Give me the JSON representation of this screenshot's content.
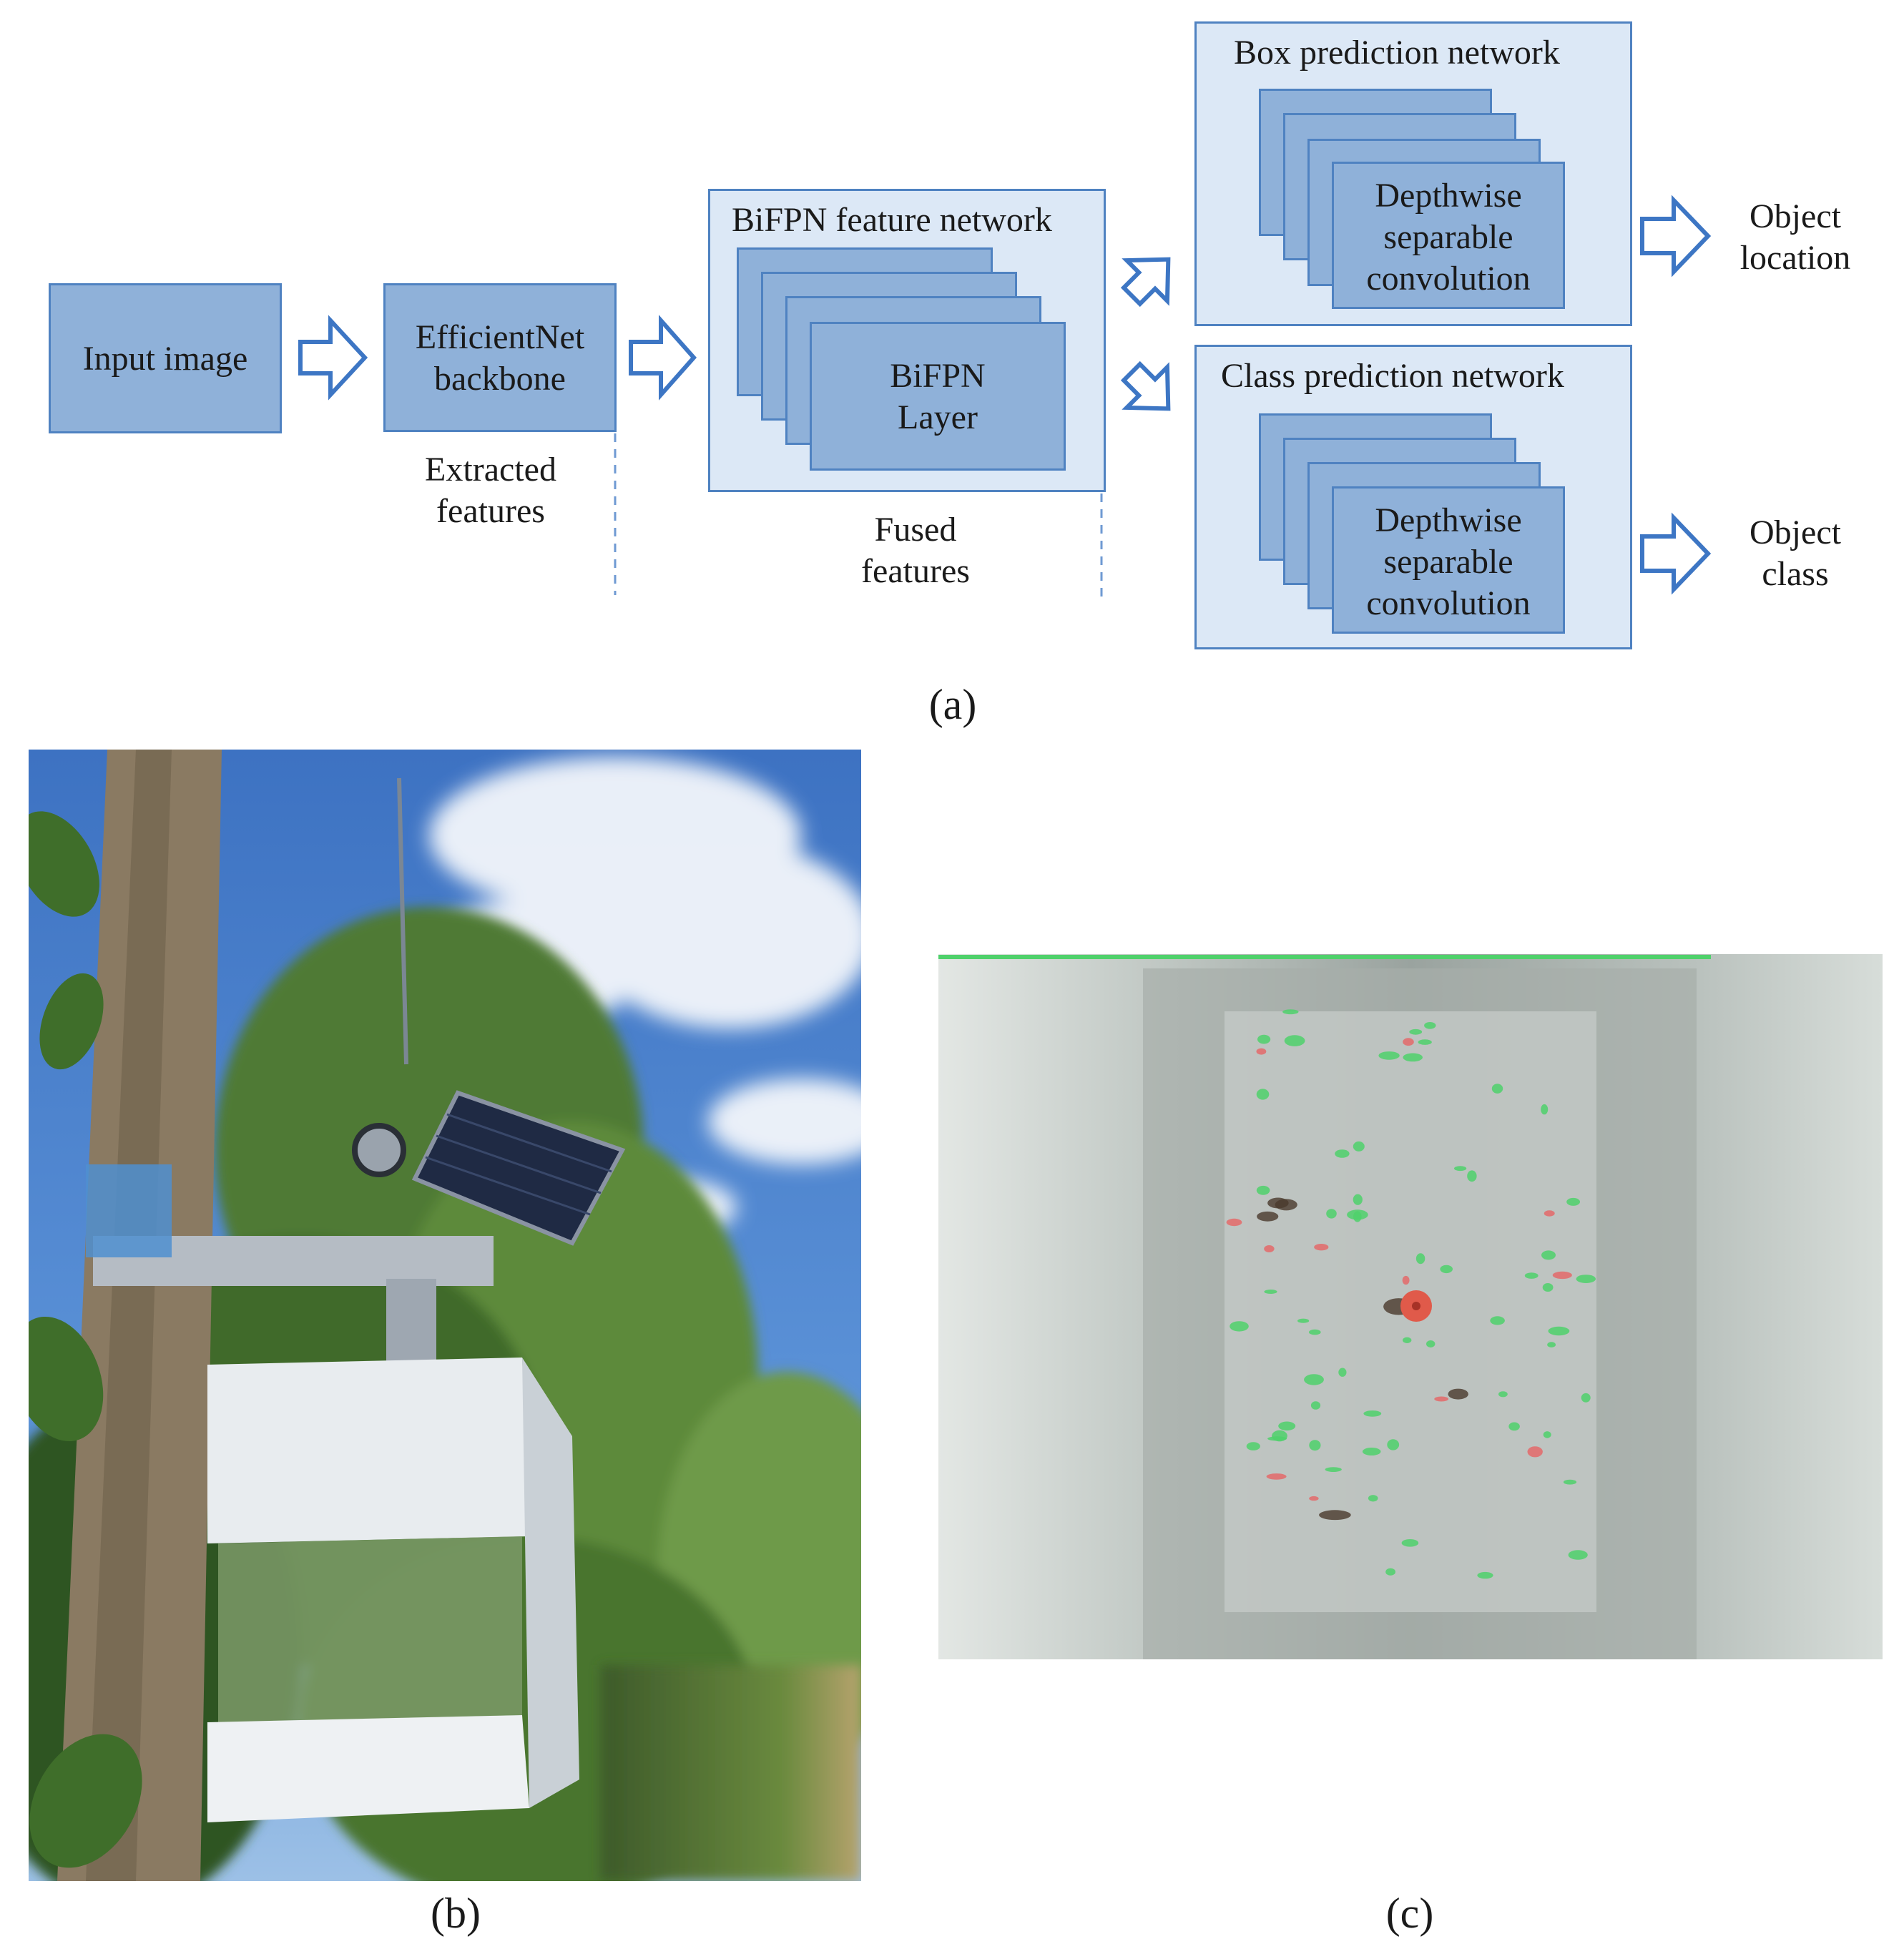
{
  "input": {
    "label": "Input image"
  },
  "backbone": {
    "line1": "EfficientNet",
    "line2": "backbone"
  },
  "extracted": {
    "line1": "Extracted",
    "line2": "features"
  },
  "bifpn": {
    "title": "BiFPN  feature network",
    "layer_line1": "BiFPN",
    "layer_line2": "Layer"
  },
  "fused": {
    "line1": "Fused",
    "line2": "features"
  },
  "box_net": {
    "title": "Box prediction  network",
    "line1": "Depthwise",
    "line2": "separable",
    "line3": "convolution"
  },
  "class_net": {
    "title": "Class prediction  network",
    "line1": "Depthwise",
    "line2": "separable",
    "line3": "convolution"
  },
  "outputs": {
    "location": {
      "line1": "Object",
      "line2": "location"
    },
    "class": {
      "line1": "Object",
      "line2": "class"
    }
  },
  "captions": {
    "a": "(a)",
    "b": "(b)",
    "c": "(c)"
  },
  "colors": {
    "block_fill": "#8fb1d9",
    "panel_fill": "#dce8f6",
    "stroke": "#4f82c1",
    "arrow": "#3d76c4"
  },
  "icons": {
    "arrow": "hollow-block-arrow-icon"
  }
}
